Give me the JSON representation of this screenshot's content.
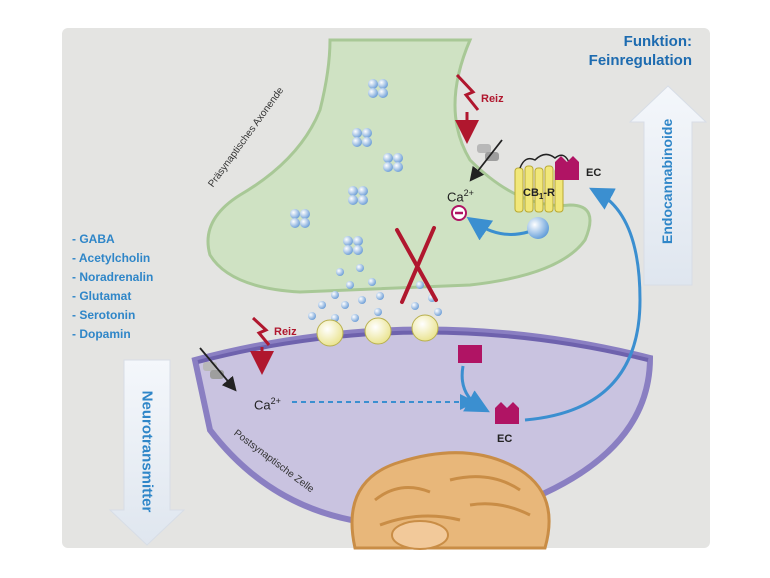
{
  "title": {
    "line1": "Funktion:",
    "line2": "Feinregulation"
  },
  "neurotransmitters": [
    "- GABA",
    "- Acetylcholin",
    "- Noradrenalin",
    "- Glutamat",
    "- Serotonin",
    "- Dopamin"
  ],
  "labels": {
    "presynaptic": "Präsynaptisches Axonende",
    "postsynaptic": "Postsynaptische Zelle",
    "reiz": "Reiz",
    "ca": "Ca",
    "ca_sup": "2+",
    "cb1r": "CB",
    "cb1r_sub": "1",
    "cb1r_suffix": "-R",
    "ec": "EC",
    "endocannabinoide": "Endocannabinoide",
    "neurotransmitter": "Neurotransmitter"
  },
  "colors": {
    "background": "#e4e4e2",
    "presynaptic_fill": "#cfe2c3",
    "postsynaptic_fill": "#c9c3e0",
    "blue_arrow": "#3b8fd0",
    "red_accent": "#b0172e",
    "magenta_receptor": "#b01464",
    "brain": "#e8b77a"
  },
  "icons": [
    "lightning-icon",
    "inhibit-minus-icon",
    "cross-out-icon",
    "brain-icon",
    "receptor-icon",
    "vesicle-icon"
  ]
}
